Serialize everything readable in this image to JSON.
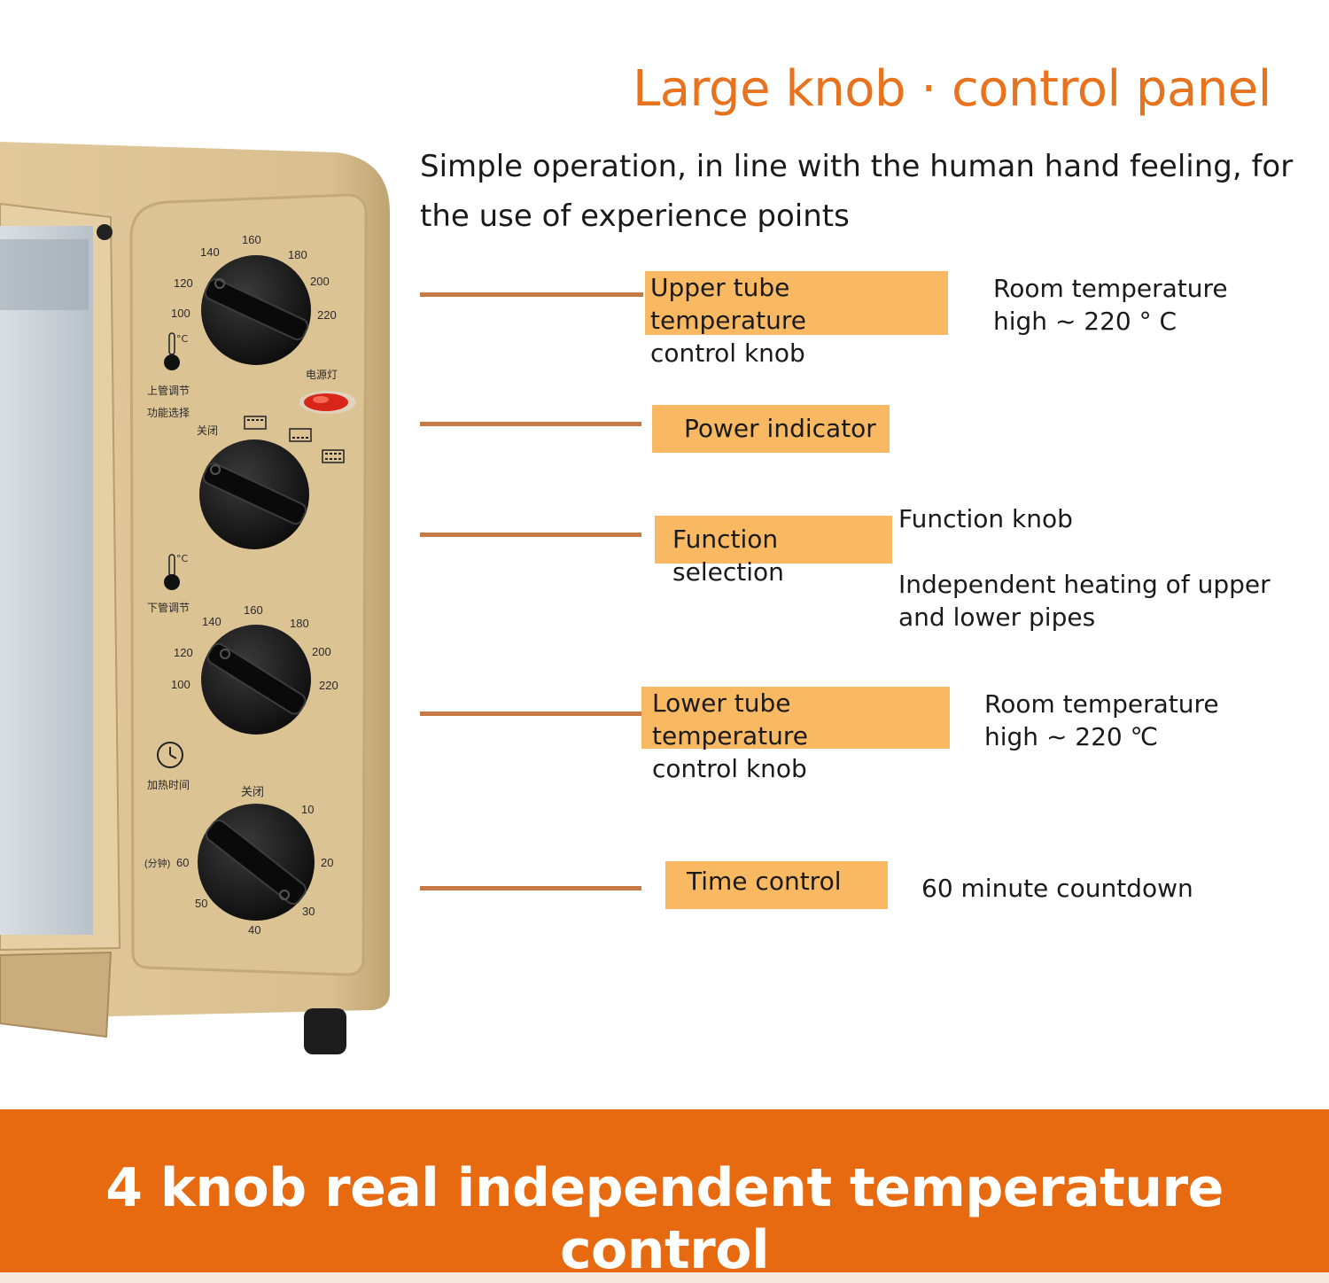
{
  "header": {
    "title": "Large knob · control panel",
    "subtitle": "Simple operation, in line with the human hand feeling, for the use of experience points"
  },
  "oven": {
    "body_color": "#dcc394",
    "knob_color": "#141414",
    "indicator_color": "#d8261a",
    "upper_dial": {
      "ticks": [
        "100",
        "120",
        "140",
        "160",
        "180",
        "200",
        "220"
      ],
      "unit": "°C",
      "label": "上管调节"
    },
    "function_dial": {
      "label": "功能选择",
      "off": "关闭",
      "power_light": "电源灯"
    },
    "lower_dial": {
      "ticks": [
        "100",
        "120",
        "140",
        "160",
        "180",
        "200",
        "220"
      ],
      "unit": "°C",
      "label": "下管调节"
    },
    "timer_dial": {
      "label": "加热时间",
      "off": "关闭",
      "ticks": [
        "10",
        "20",
        "30",
        "40",
        "50",
        "60"
      ],
      "minutes": "(分钟)"
    }
  },
  "callouts": [
    {
      "tag": "Upper tube temperature\n control knob",
      "note": "Room temperature\n high ~ 220 ° C"
    },
    {
      "tag": "Power indicator",
      "note": ""
    },
    {
      "tag": "Function selection",
      "note": "Function knob\n\nIndependent heating of upper\nand lower pipes"
    },
    {
      "tag": "Lower tube temperature\n control knob",
      "note": "Room temperature\n high ~ 220 ℃"
    },
    {
      "tag": "Time control",
      "note": "60 minute countdown"
    }
  ],
  "banner": {
    "text": "4 knob real independent temperature control"
  },
  "colors": {
    "accent": "#e8731e",
    "tag_bg": "#f9b862",
    "leader": "#c87a46",
    "banner": "#e86a10"
  }
}
